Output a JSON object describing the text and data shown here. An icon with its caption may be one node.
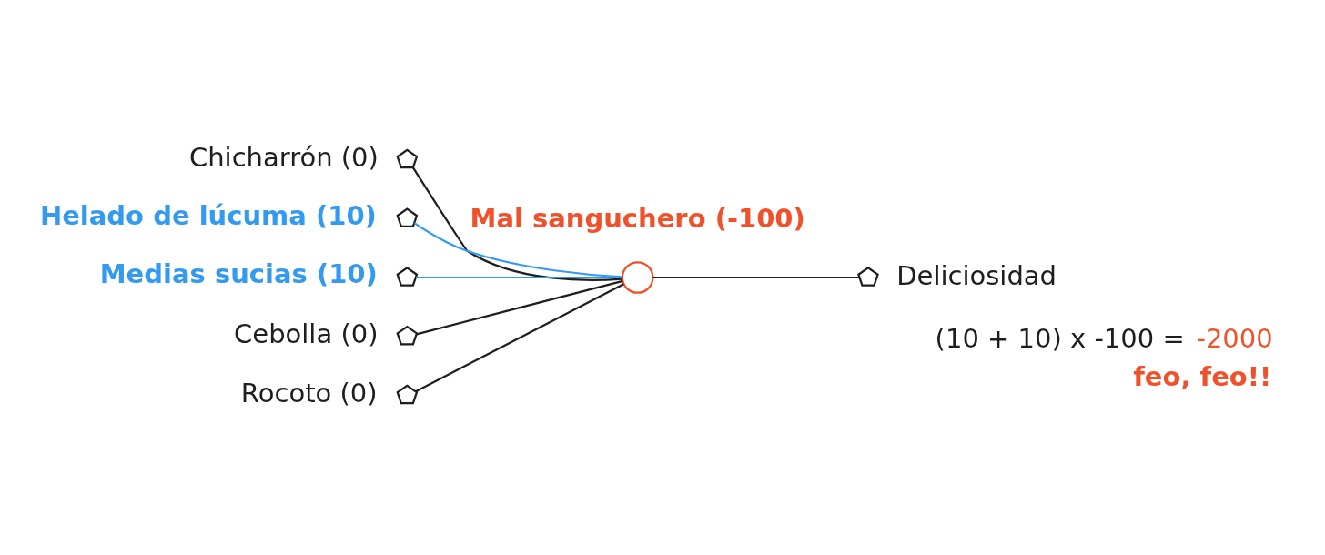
{
  "diagram": {
    "nodes": [
      {
        "text": [],
        "shape": "pentagon",
        "beside": [
          "Chicharrón (0)"
        ]
      },
      {
        "text": [],
        "shape": "pentagon",
        "beside": [
          "Helado de lúcuma (10)"
        ]
      },
      {
        "text": [],
        "shape": "pentagon",
        "beside": [
          "Medias sucias (10)"
        ]
      },
      {
        "text": [],
        "shape": "pentagon",
        "beside": [
          "Cebolla (0)"
        ]
      },
      {
        "text": [],
        "shape": "pentagon",
        "beside": [
          "Rocoto (0)"
        ]
      },
      {
        "text": [],
        "shape": "circle",
        "beside": [
          "Mal sanguchero (-100)"
        ]
      },
      {
        "text": [],
        "shape": "pentagon",
        "beside": [
          "Deliciosidad"
        ]
      }
    ],
    "edges": [
      {
        "from": 0,
        "to": 5,
        "arrow": "none"
      },
      {
        "from": 1,
        "to": 5,
        "arrow": "none",
        "color": "#339af0"
      },
      {
        "from": 2,
        "to": 5,
        "arrow": "none",
        "color": "#339af0"
      },
      {
        "from": 3,
        "to": 5,
        "arrow": "none"
      },
      {
        "from": 4,
        "to": 5,
        "arrow": "none"
      },
      {
        "from": 5,
        "to": 6,
        "arrow": "none"
      }
    ],
    "labels": [
      "(10 + 10) x -100 =",
      "-2000",
      "feo, feo!!"
    ]
  }
}
